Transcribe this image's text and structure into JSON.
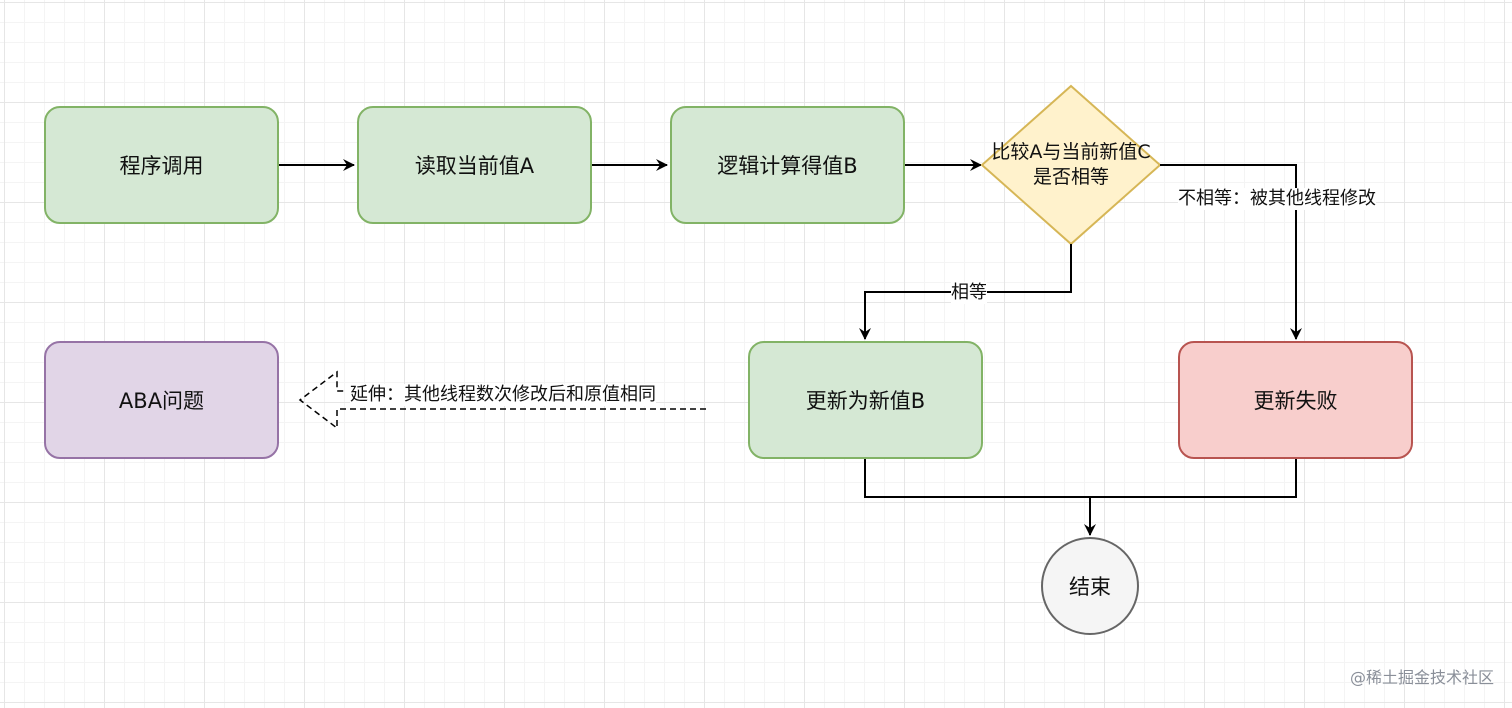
{
  "nodes": {
    "start": "程序调用",
    "read": "读取当前值A",
    "compute": "逻辑计算得值B",
    "compare": "比较A与当前新值C是否相等",
    "update_success": "更新为新值B",
    "update_fail": "更新失败",
    "aba": "ABA问题",
    "end": "结束"
  },
  "edges": {
    "not_equal": "不相等：被其他线程修改",
    "equal": "相等",
    "extension": "延伸：其他线程数次修改后和原值相同"
  },
  "watermark": "@稀土掘金技术社区",
  "colors": {
    "green_fill": "#d5e8d4",
    "green_border": "#82b366",
    "purple_fill": "#e1d5e7",
    "purple_border": "#9673a6",
    "red_fill": "#f8cecc",
    "red_border": "#b85450",
    "diamond_fill": "#fff2cc",
    "diamond_border": "#d6b656",
    "end_fill": "#f5f5f5",
    "end_border": "#666666"
  }
}
